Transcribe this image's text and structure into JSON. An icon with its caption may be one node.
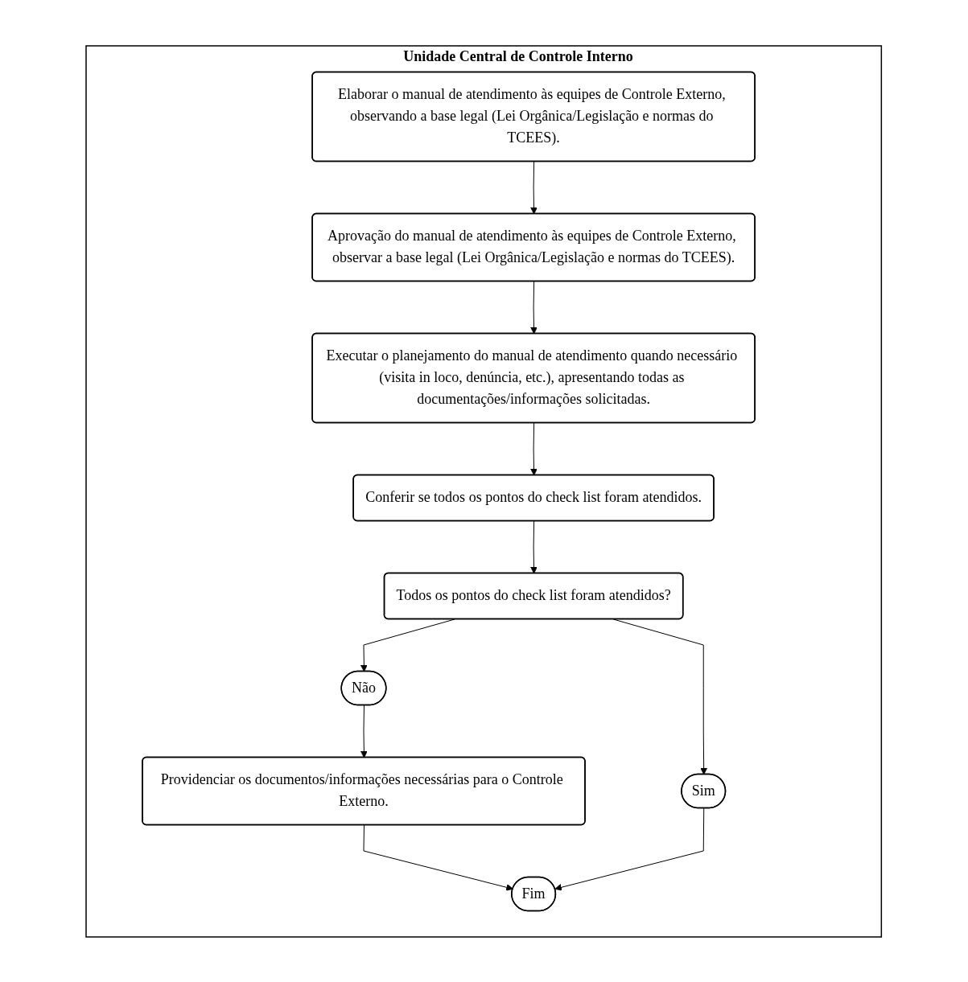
{
  "diagram": {
    "nodes": [
      {
        "text": [
          "Unidade Central de Controle Interno"
        ]
      },
      {
        "text": [
          "Elaborar o manual de atendimento às equipes de Controle Externo, observando a base legal (Lei Orgânica/Legislação e normas do TCEES)."
        ],
        "in": 0
      },
      {
        "text": [
          "Aprovação do manual de atendimento às equipes de Controle Externo, observar a base legal (Lei Orgânica/Legislação e normas do TCEES)."
        ],
        "in": 0
      },
      {
        "text": [
          "Executar o planejamento do manual de atendimento quando necessário (visita in loco, denúncia, etc.), apresentando todas as documentações/informações solicitadas."
        ],
        "in": 0
      },
      {
        "text": [
          "Conferir se todos os pontos do check list foram atendidos."
        ],
        "in": 0
      },
      {
        "text": [
          "Todos os pontos do check list foram atendidos?"
        ],
        "in": 0
      },
      {
        "text": [
          "Não"
        ],
        "in": 0
      },
      {
        "text": [
          "Sim"
        ],
        "in": 0
      },
      {
        "text": [
          "Providenciar os documentos/informações necessárias para o Controle Externo."
        ],
        "in": 0
      },
      {
        "text": [
          "Fim"
        ],
        "in": 0
      }
    ],
    "edges": [
      {
        "from": 1,
        "to": 2,
        "arrow": "to"
      },
      {
        "from": 2,
        "to": 3,
        "arrow": "to"
      },
      {
        "from": 3,
        "to": 4,
        "arrow": "to"
      },
      {
        "from": 4,
        "to": 5,
        "arrow": "to"
      },
      {
        "from": 5,
        "to": 6,
        "arrow": "to"
      },
      {
        "from": 5,
        "to": 7,
        "arrow": "to"
      },
      {
        "from": 6,
        "to": 8,
        "arrow": "to"
      },
      {
        "from": 8,
        "to": 9,
        "arrow": "to"
      },
      {
        "from": 7,
        "to": 9,
        "arrow": "to"
      }
    ]
  }
}
